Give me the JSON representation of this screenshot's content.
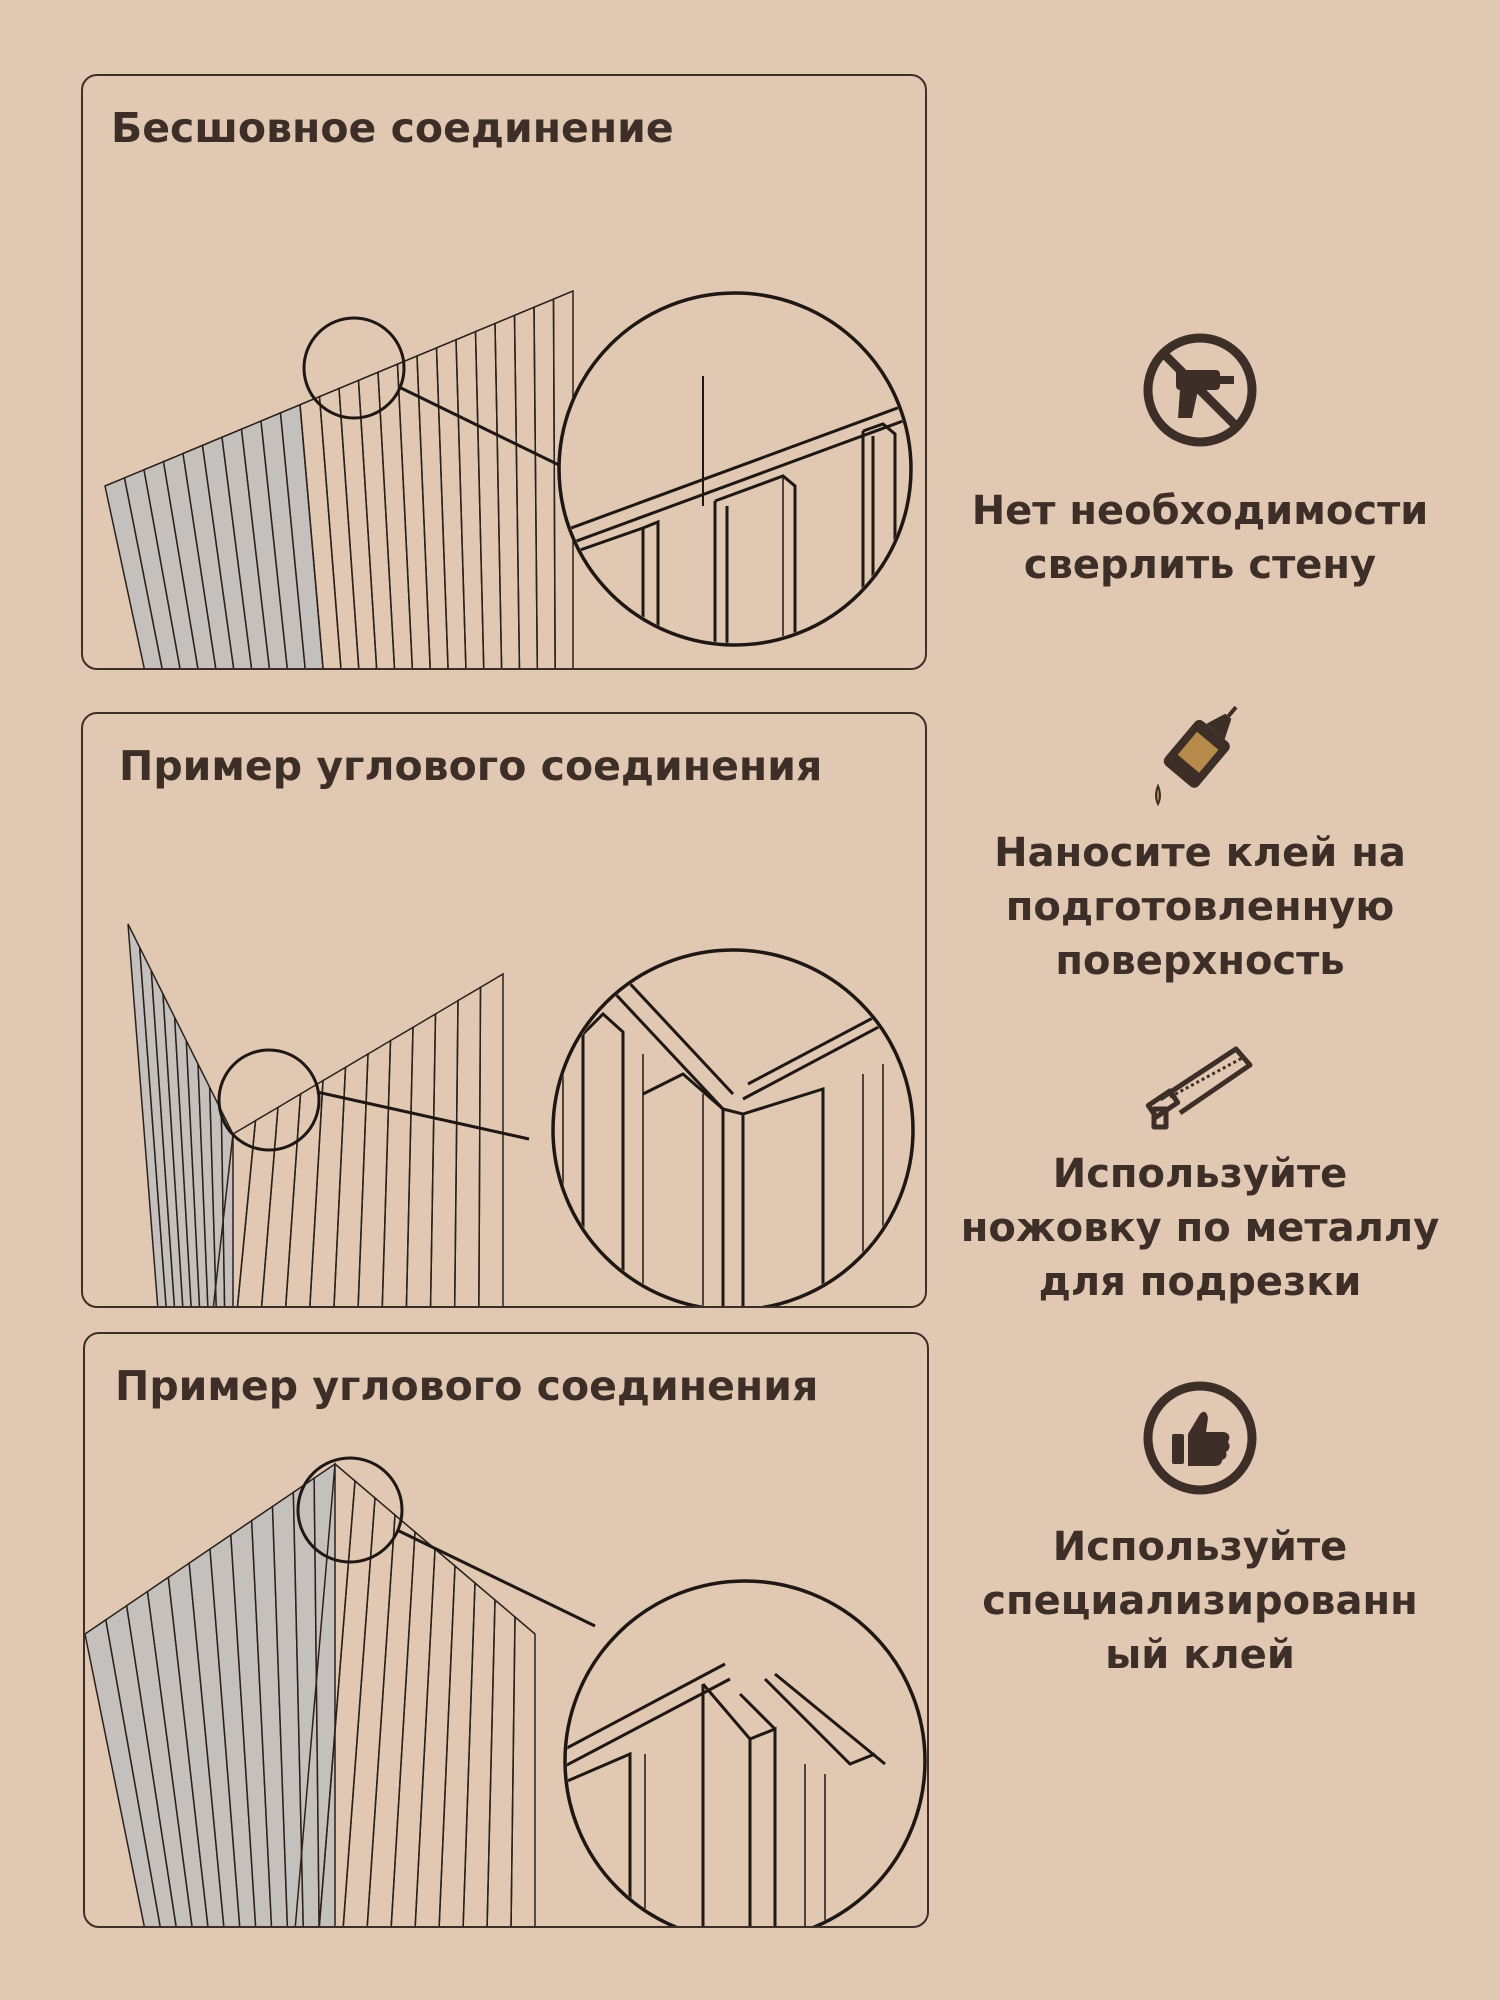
{
  "panels": [
    {
      "title": "Бесшовное соединение"
    },
    {
      "title": "Пример углового соединения"
    },
    {
      "title": "Пример углового соединения"
    }
  ],
  "features": [
    {
      "icon": "no-drill-icon",
      "text": "Нет необходимости\nсверлить стену"
    },
    {
      "icon": "glue-bottle-icon",
      "text": "Наносите  клей на\nподготовленную\nповерхность"
    },
    {
      "icon": "hacksaw-icon",
      "text": "Используйте\nножовку по металлу\nдля подрезки"
    },
    {
      "icon": "thumbs-up-icon",
      "text": "Используйте\nспециализированн\nый клей"
    }
  ],
  "colors": {
    "background": "#e0c8b3",
    "ink": "#3d2e27",
    "panel_gray": "#c4c0bd",
    "glue_accent": "#b58a4a"
  }
}
